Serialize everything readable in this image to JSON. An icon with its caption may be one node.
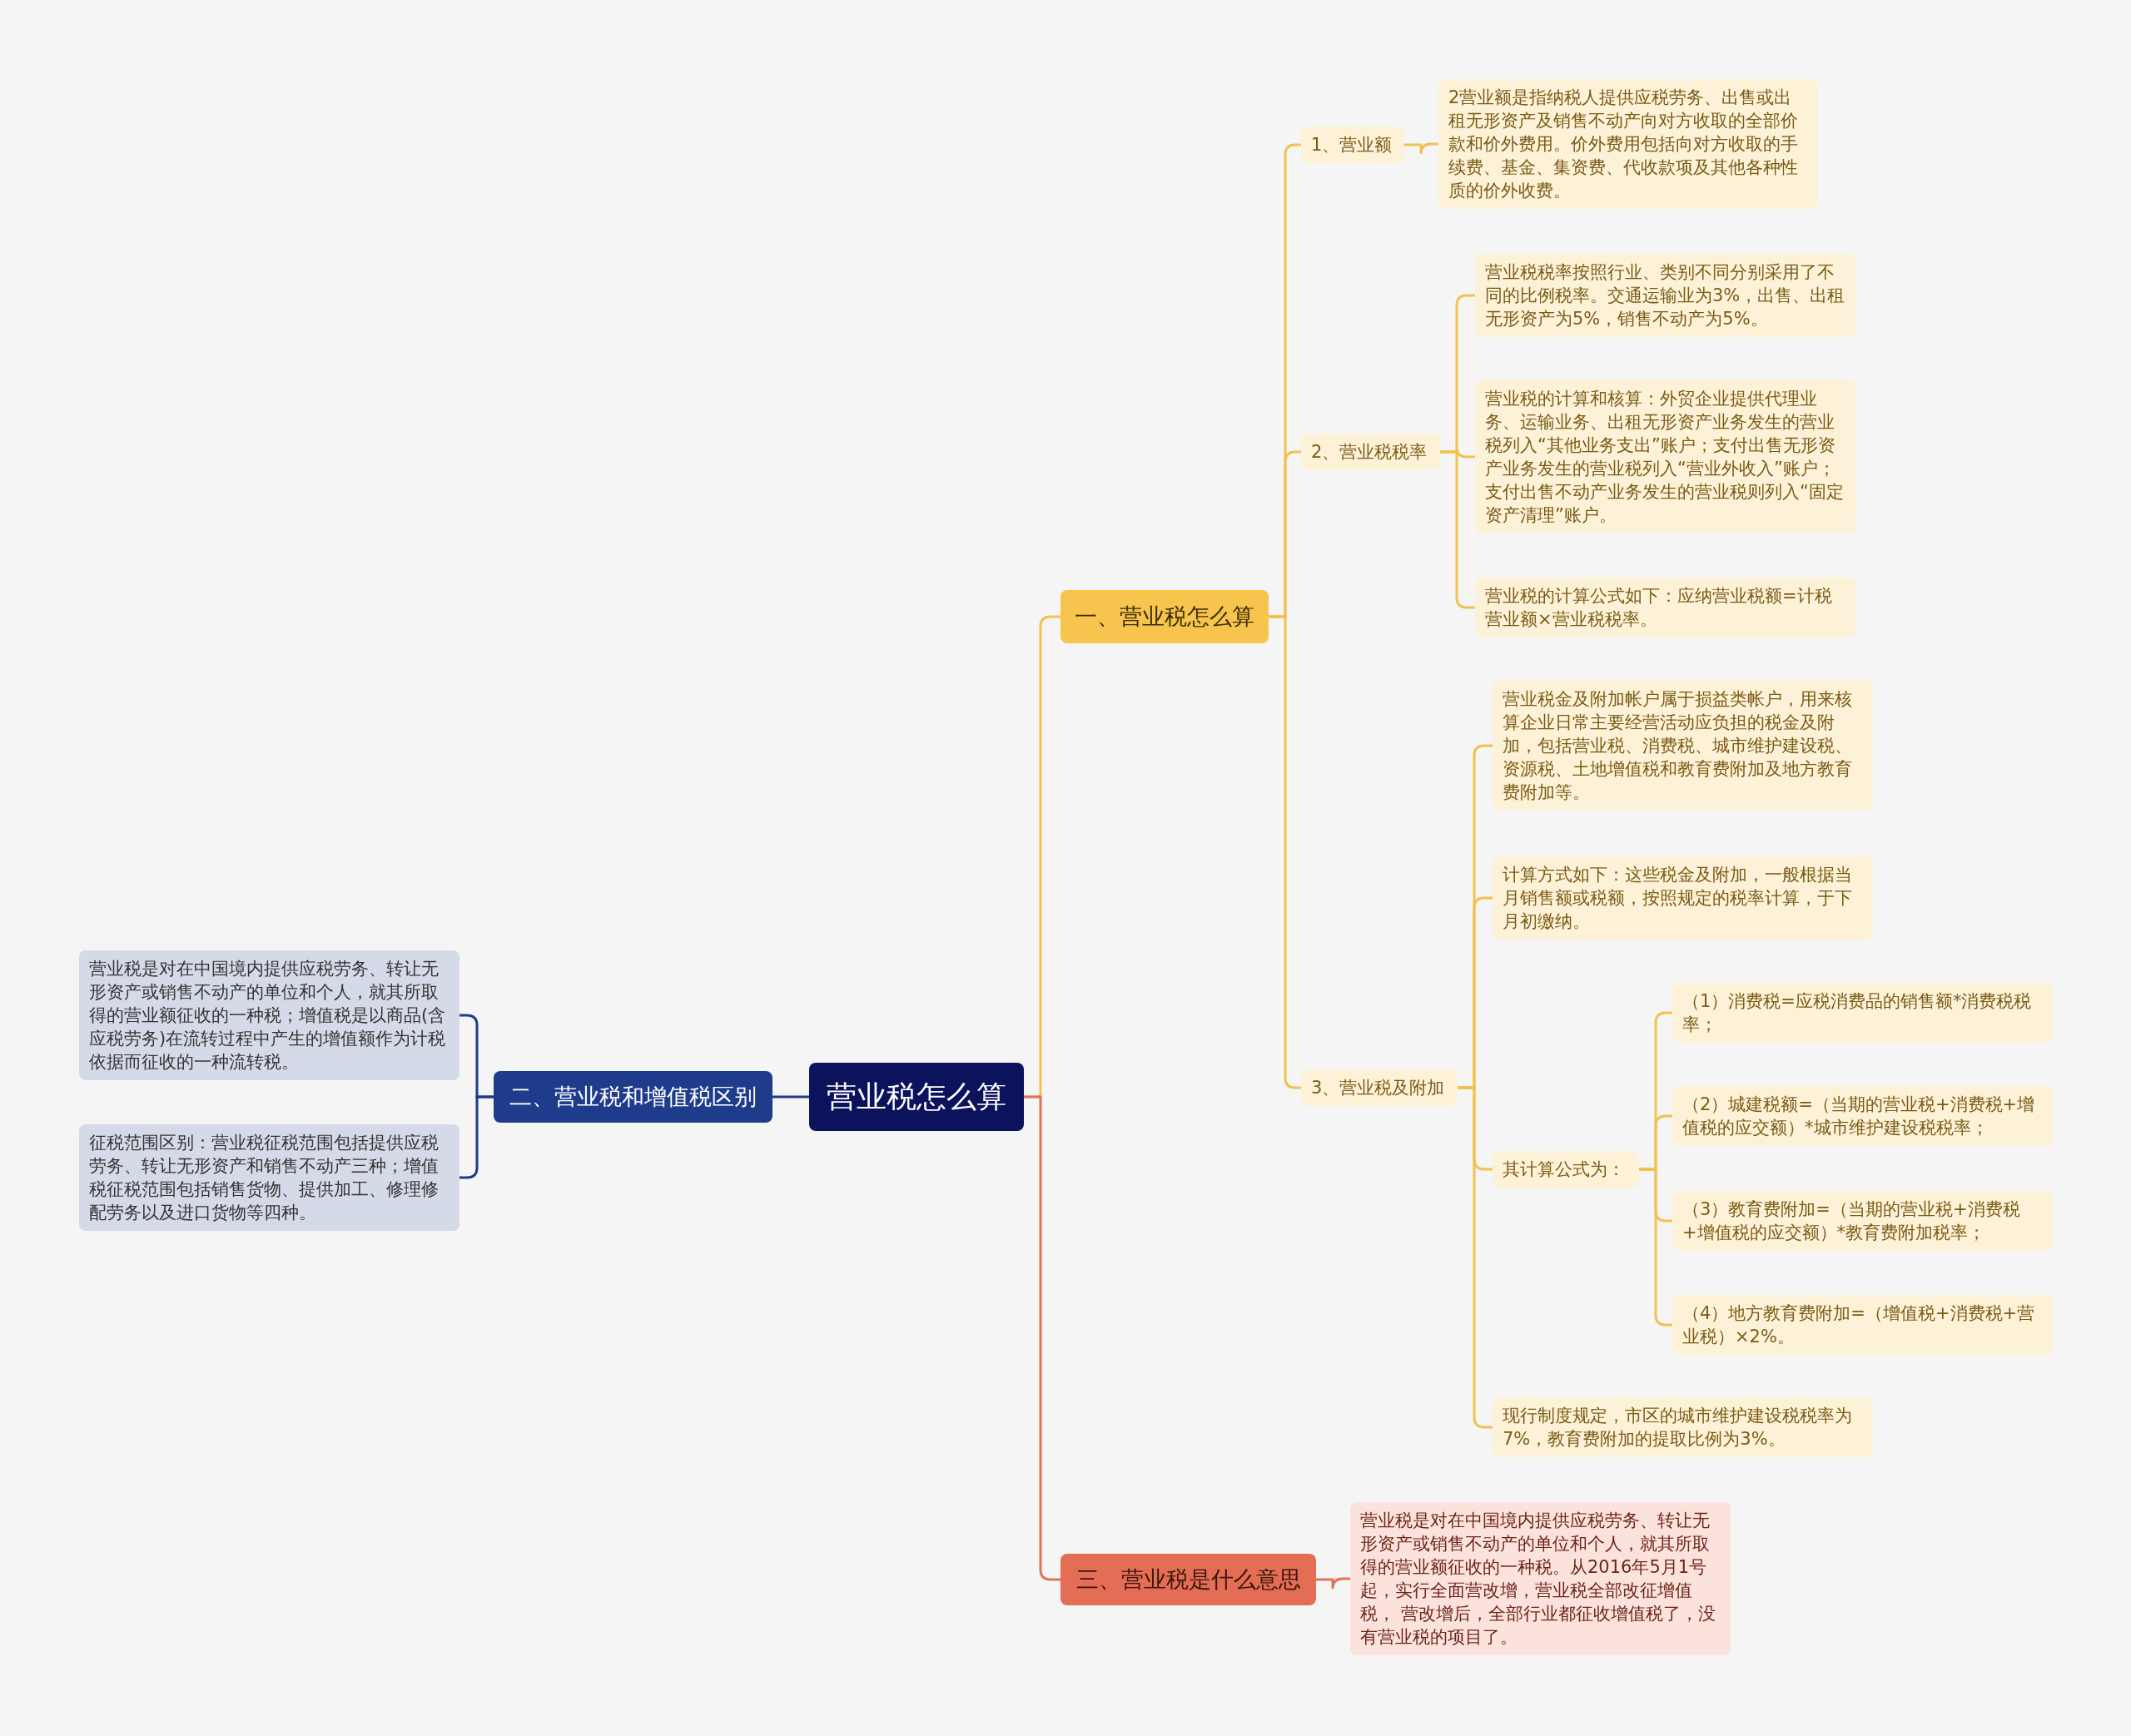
{
  "diagram": {
    "nodes": [
      {
        "text": [
          "营业税怎么算"
        ]
      },
      {
        "text": [
          "一、营业税怎么算"
        ]
      },
      {
        "text": [
          "1、营业额"
        ]
      },
      {
        "text": [
          "2营业额是指纳税人提供应税劳务、出售或出租无形资产及销售不动产向对方收取的全部价款和价外费用。价外费用包括向对方收取的手续费、基金、集资费、代收款项及其他各种性质的价外收费。"
        ]
      },
      {
        "text": [
          "2、营业税税率"
        ]
      },
      {
        "text": [
          "营业税税率按照行业、类别不同分别采用了不同的比例税率。交通运输业为3%，出售、出租无形资产为5%，销售不动产为5%。"
        ]
      },
      {
        "text": [
          "营业税的计算和核算：外贸企业提供代理业务、运输业务、出租无形资产业务发生的营业税列入“其他业务支出”账户；支付出售无形资产业务发生的营业税列入“营业外收入”账户；支付出售不动产业务发生的营业税则列入“固定资产清理”账户。"
        ]
      },
      {
        "text": [
          "营业税的计算公式如下：应纳营业税额=计税营业额×营业税税率。"
        ]
      },
      {
        "text": [
          "3、营业税及附加"
        ]
      },
      {
        "text": [
          "营业税金及附加帐户属于损益类帐户，用来核算企业日常主要经营活动应负担的税金及附加，包括营业税、消费税、城市维护建设税、资源税、土地增值税和教育费附加及地方教育费附加等。"
        ]
      },
      {
        "text": [
          "计算方式如下：这些税金及附加，一般根据当月销售额或税额，按照规定的税率计算，于下月初缴纳。"
        ]
      },
      {
        "text": [
          "其计算公式为："
        ]
      },
      {
        "text": [
          "（1）消费税=应税消费品的销售额*消费税税率；"
        ]
      },
      {
        "text": [
          "（2）城建税额=（当期的营业税+消费税+增值税的应交额）*城市维护建设税税率；"
        ]
      },
      {
        "text": [
          "（3）教育费附加=（当期的营业税+消费税+增值税的应交额）*教育费附加税率；"
        ]
      },
      {
        "text": [
          "（4）地方教育费附加=（增值税+消费税+营业税）×2%。"
        ]
      },
      {
        "text": [
          "现行制度规定，市区的城市维护建设税税率为7%，教育费附加的提取比例为3%。"
        ]
      },
      {
        "text": [
          "三、营业税是什么意思"
        ]
      },
      {
        "text": [
          "营业税是对在中国境内提供应税劳务、转让无形资产或销售不动产的单位和个人，就其所取得的营业额征收的一种税。从2016年5月1号起，实行全面营改增，营业税全部改征增值税， 营改增后，全部行业都征收增值税了，没有营业税的项目了。"
        ]
      },
      {
        "text": [
          "二、营业税和增值税区别"
        ]
      },
      {
        "text": [
          "营业税是对在中国境内提供应税劳务、转让无形资产或销售不动产的单位和个人，就其所取得的营业额征收的一种税；增值税是以商品(含应税劳务)在流转过程中产生的增值额作为计税依据而征收的一种流转税。"
        ]
      },
      {
        "text": [
          "征税范围区别：营业税征税范围包括提供应税劳务、转让无形资产和销售不动产三种；增值税征税范围包括销售货物、提供加工、修理修配劳务以及进口货物等四种。"
        ]
      }
    ],
    "edges": [
      {
        "from": 0,
        "to": 1,
        "arrow": "none"
      },
      {
        "from": 1,
        "to": 2,
        "arrow": "none"
      },
      {
        "from": 2,
        "to": 3,
        "arrow": "none"
      },
      {
        "from": 1,
        "to": 4,
        "arrow": "none"
      },
      {
        "from": 4,
        "to": 5,
        "arrow": "none"
      },
      {
        "from": 4,
        "to": 6,
        "arrow": "none"
      },
      {
        "from": 4,
        "to": 7,
        "arrow": "none"
      },
      {
        "from": 1,
        "to": 8,
        "arrow": "none"
      },
      {
        "from": 8,
        "to": 9,
        "arrow": "none"
      },
      {
        "from": 8,
        "to": 10,
        "arrow": "none"
      },
      {
        "from": 8,
        "to": 11,
        "arrow": "none"
      },
      {
        "from": 11,
        "to": 12,
        "arrow": "none"
      },
      {
        "from": 11,
        "to": 13,
        "arrow": "none"
      },
      {
        "from": 11,
        "to": 14,
        "arrow": "none"
      },
      {
        "from": 11,
        "to": 15,
        "arrow": "none"
      },
      {
        "from": 8,
        "to": 16,
        "arrow": "none"
      },
      {
        "from": 0,
        "to": 17,
        "arrow": "none",
        "color": "#e0735a"
      },
      {
        "from": 17,
        "to": 18,
        "arrow": "none",
        "color": "#e0735a"
      },
      {
        "from": 0,
        "to": 19,
        "arrow": "none",
        "color": "#1f3a8a"
      },
      {
        "from": 19,
        "to": 20,
        "arrow": "none",
        "color": "#1f3a8a"
      },
      {
        "from": 19,
        "to": 21,
        "arrow": "none",
        "color": "#1f3a8a"
      }
    ]
  }
}
